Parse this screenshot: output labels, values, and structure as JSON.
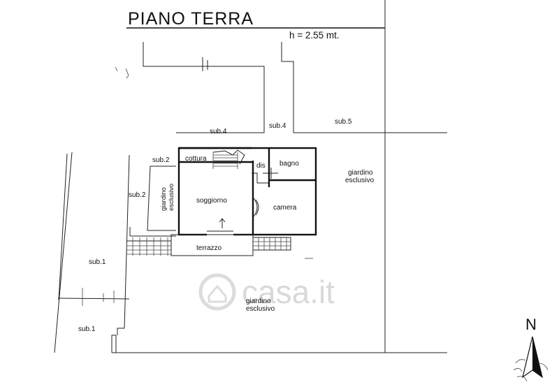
{
  "plan": {
    "title": "PIANO TERRA",
    "ceiling_height": "h = 2.55 mt.",
    "north_label": "N",
    "watermark": "casa.it",
    "rooms": {
      "cottura": "cottura",
      "dis": "dis",
      "bagno": "bagno",
      "soggiorno": "soggiorno",
      "camera": "camera",
      "terrazzo": "terrazzo"
    },
    "zones": {
      "sub4_left": "sub.4",
      "sub4_right": "sub.4",
      "sub5": "sub.5",
      "sub2_top": "sub.2",
      "sub2_side": "sub.2",
      "sub1_top": "sub.1",
      "sub1_bottom": "sub.1",
      "giardino_right": "giardino",
      "esclusivo_right": "esclusivo",
      "giardino_left_vertical": "giardino",
      "esclusivo_left_vertical": "esclusivo",
      "giardino_bottom": "giardino",
      "esclusivo_bottom": "esclusivo"
    }
  }
}
